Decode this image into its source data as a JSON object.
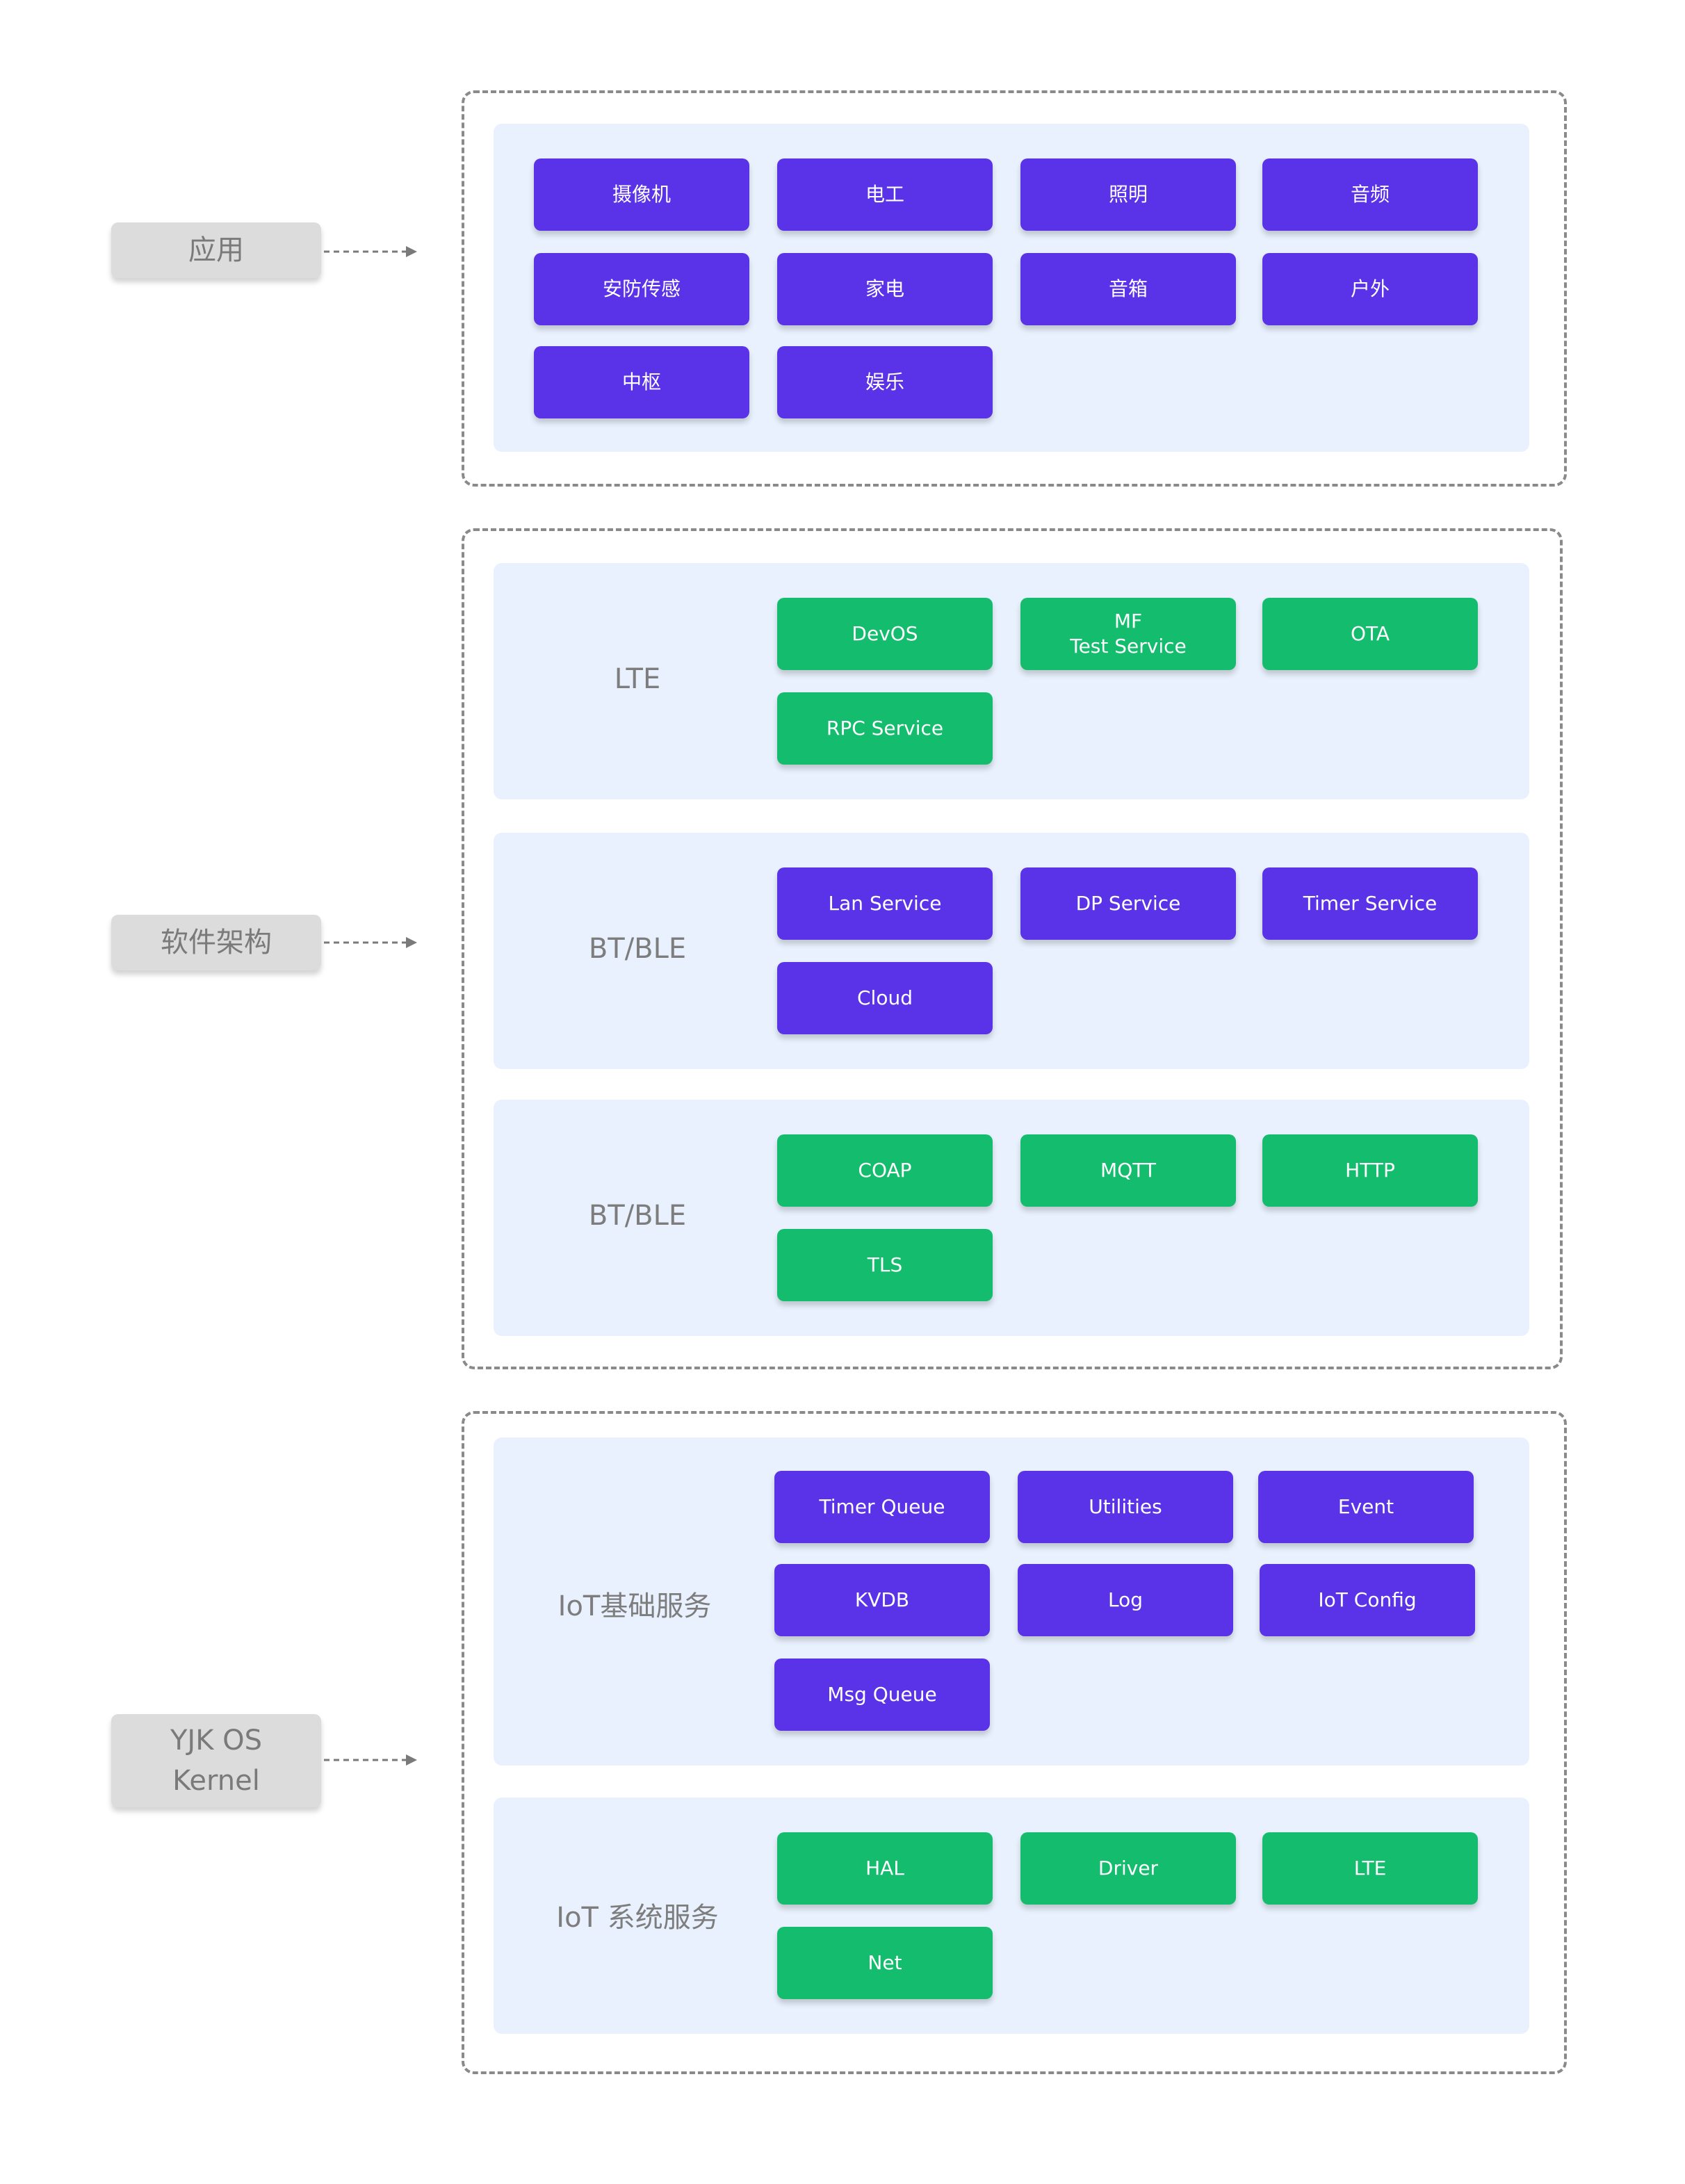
{
  "layers": {
    "app": {
      "label": "应用"
    },
    "software": {
      "label": "软件架构"
    },
    "kernel": {
      "label": "YJK OS\nKernel"
    }
  },
  "app_panel": {
    "items": [
      "摄像机",
      "电工",
      "照明",
      "音频",
      "安防传感",
      "家电",
      "音箱",
      "户外",
      "中枢",
      "娱乐"
    ]
  },
  "software_panels": [
    {
      "label": "LTE",
      "items": [
        "DevOS",
        "MF\nTest Service",
        "OTA",
        "RPC Service"
      ]
    },
    {
      "label": "BT/BLE",
      "items": [
        "Lan Service",
        "DP Service",
        "Timer Service",
        "Cloud"
      ]
    },
    {
      "label": "BT/BLE",
      "items": [
        "COAP",
        "MQTT",
        "HTTP",
        "TLS"
      ]
    }
  ],
  "kernel_panels": [
    {
      "label": "IoT基础服务",
      "items": [
        "Timer Queue",
        "Utilities",
        "Event",
        "KVDB",
        "Log",
        "IoT Config",
        "Msg Queue"
      ]
    },
    {
      "label": "IoT 系统服务",
      "items": [
        "HAL",
        "Driver",
        "LTE",
        "Net"
      ]
    }
  ],
  "colors": {
    "purple": "#5a33e8",
    "green": "#14bd6d",
    "panel": "#e8f1fd",
    "label_bg": "#dcdcdc"
  }
}
